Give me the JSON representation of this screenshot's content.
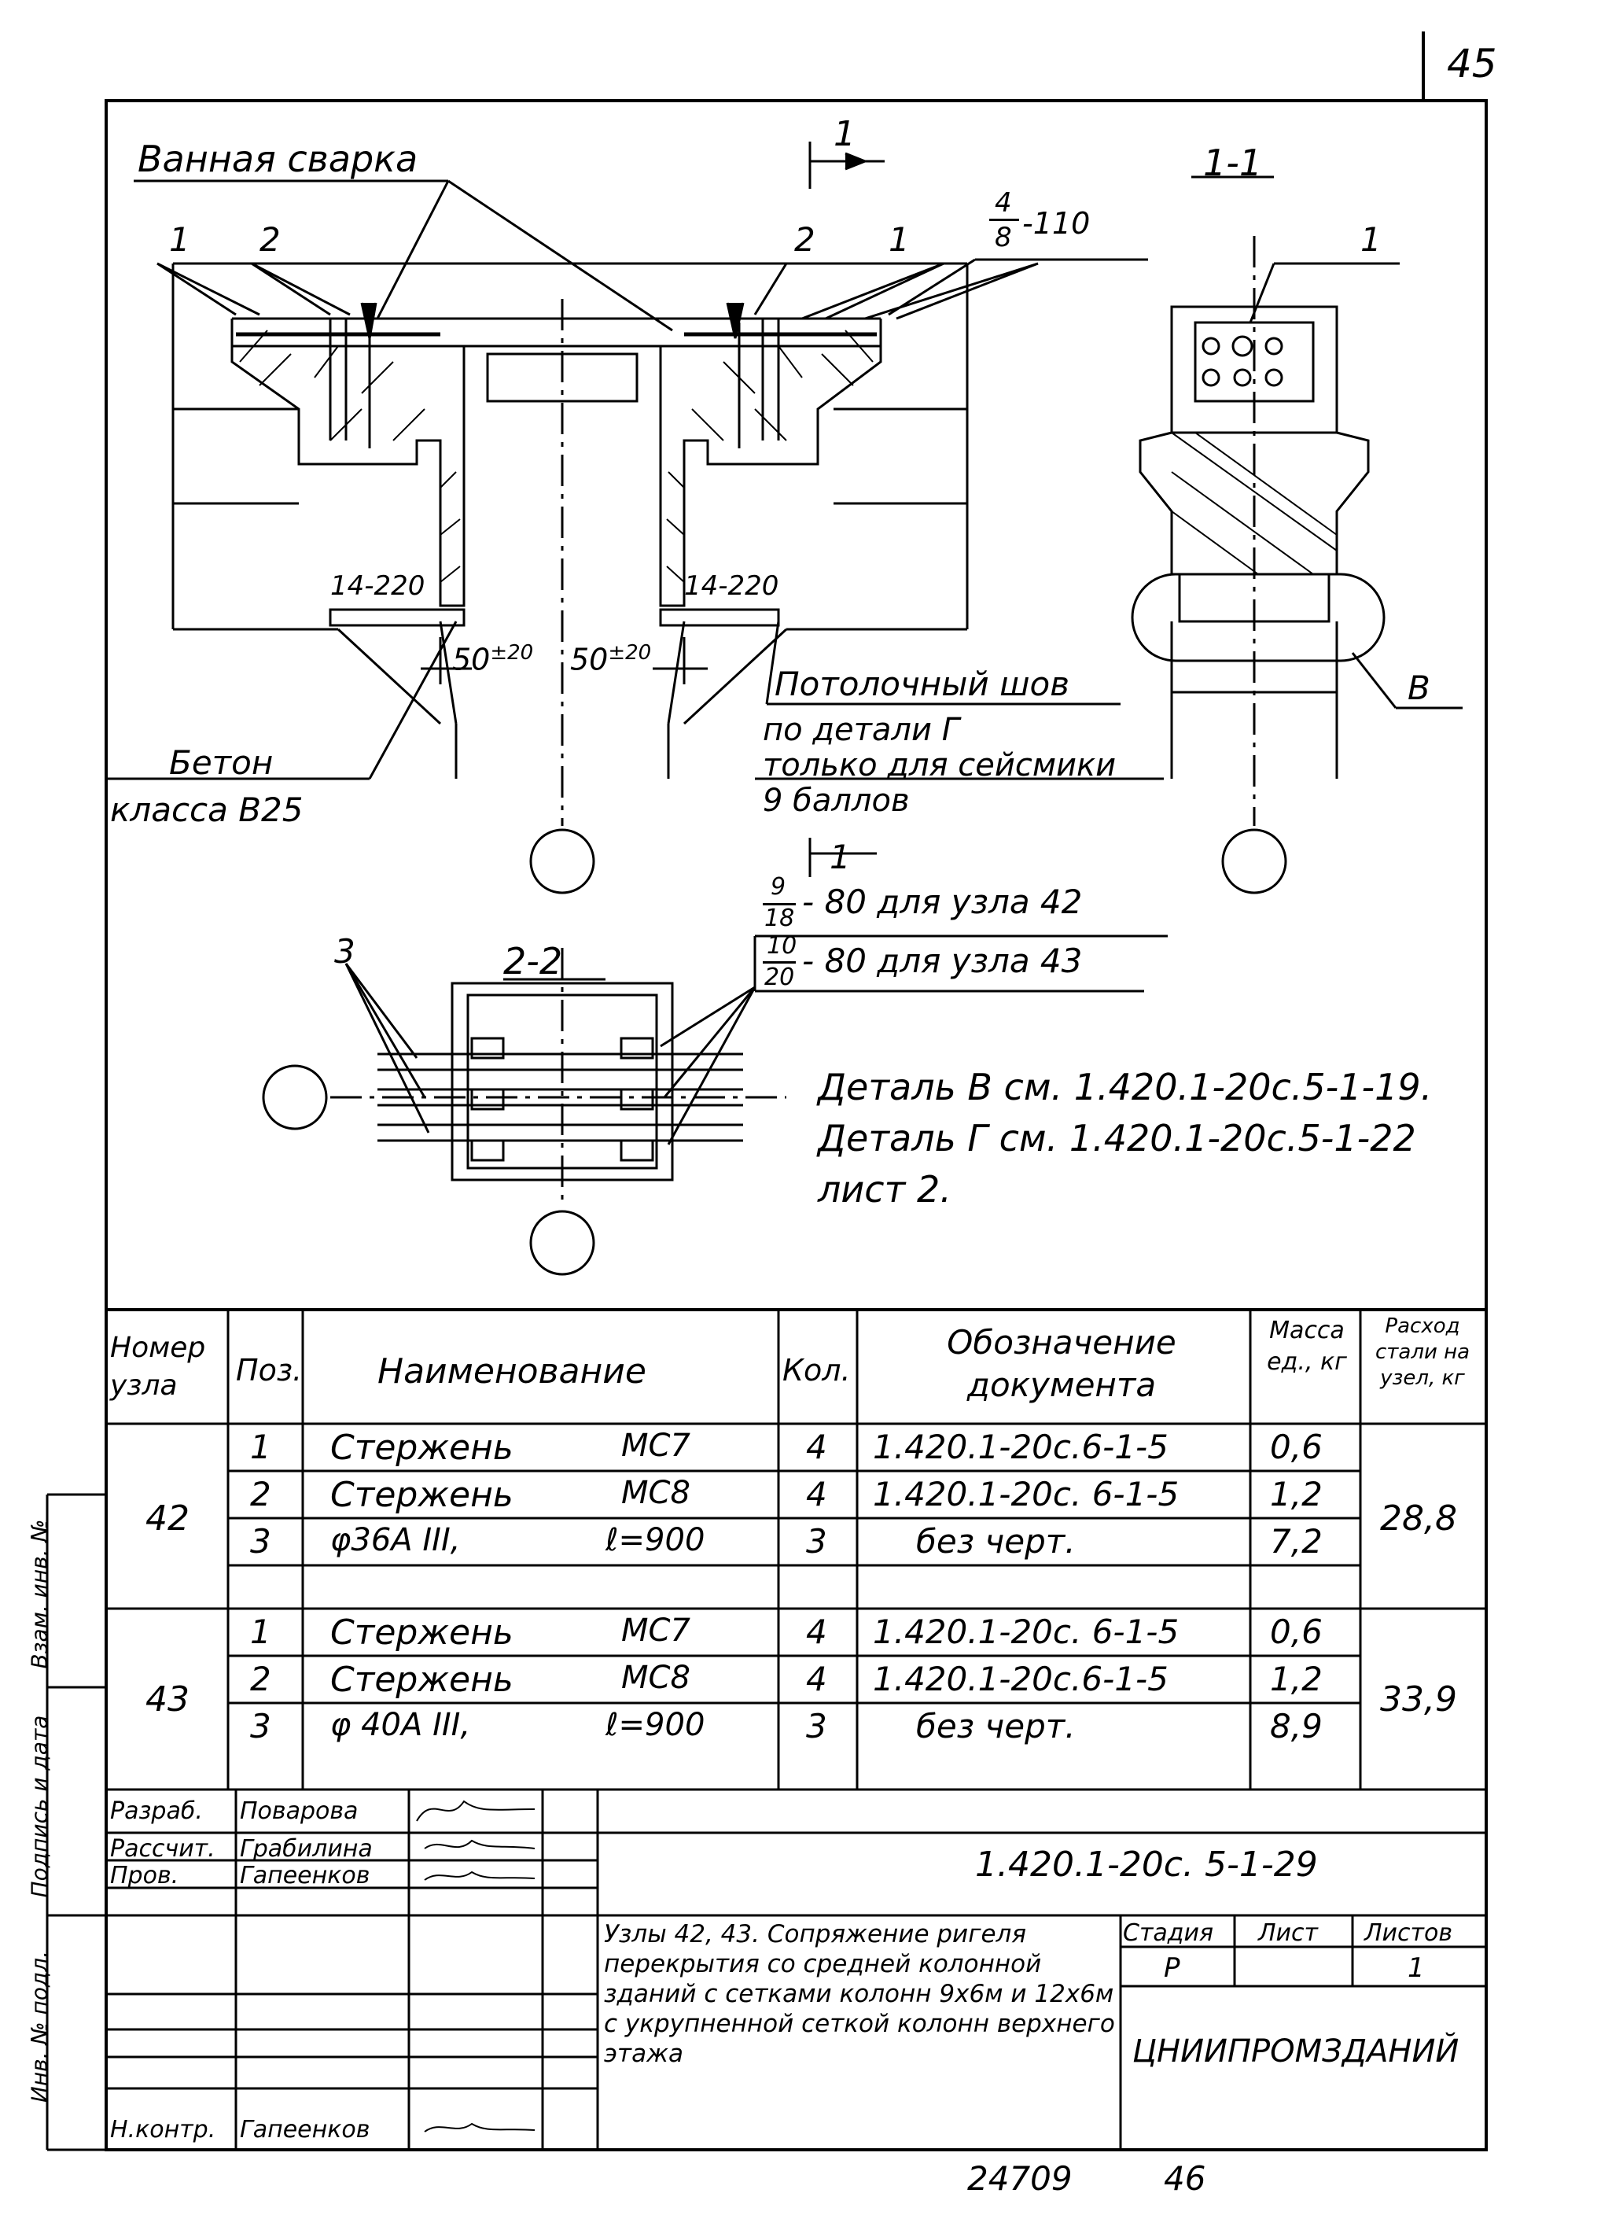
{
  "page_number": "45",
  "drawing": {
    "label_welding": "Ванная сварка",
    "section_mark": "1",
    "section_1_1": "1-1",
    "section_2_2": "2-2",
    "pos_1a": "1",
    "pos_2a": "2",
    "pos_2b": "2",
    "pos_1b": "1",
    "pos_1c": "1",
    "pos_3": "3",
    "rebar_note_num": "4",
    "rebar_note_den": "8",
    "rebar_note_tail": "-110",
    "dim_left": "14-220",
    "dim_right": "14-220",
    "gap_left": "50",
    "gap_left_tol": "±20",
    "gap_right": "50",
    "gap_right_tol": "±20",
    "ceiling_weld": "Потолочный шов",
    "note_detail": "по детали Г",
    "note_seismic": "только для сейсмики",
    "note_points": "9 баллов",
    "concrete": "Бетон",
    "concrete_class": "класса В25",
    "detail_B": "В",
    "fraction_1_num": "9",
    "fraction_1_den": "18",
    "fraction_1_text": "- 80 для узла 42",
    "fraction_2_num": "10",
    "fraction_2_den": "20",
    "fraction_2_text": "- 80 для узла 43",
    "ref_B": "Деталь В см. 1.420.1-20с.5-1-19.",
    "ref_G": "Деталь Г см. 1.420.1-20с.5-1-22",
    "ref_sheet": "лист 2."
  },
  "spec_table": {
    "headers": {
      "node": "Номер узла",
      "pos": "Поз.",
      "name": "Наименование",
      "qty": "Кол.",
      "doc": "Обозначение документа",
      "mass": "Масса ед., кг",
      "steel": "Расход стали на узел, кг"
    },
    "groups": [
      {
        "node": "42",
        "total": "28,8",
        "rows": [
          {
            "pos": "1",
            "name": "Стержень",
            "mark": "МС7",
            "qty": "4",
            "doc": "1.420.1-20с.6-1-5",
            "mass": "0,6"
          },
          {
            "pos": "2",
            "name": "Стержень",
            "mark": "МС8",
            "qty": "4",
            "doc": "1.420.1-20с. 6-1-5",
            "mass": "1,2"
          },
          {
            "pos": "3",
            "name": "φ36А III,",
            "mark": "ℓ=900",
            "qty": "3",
            "doc": "без черт.",
            "mass": "7,2"
          }
        ]
      },
      {
        "node": "43",
        "total": "33,9",
        "rows": [
          {
            "pos": "1",
            "name": "Стержень",
            "mark": "МС7",
            "qty": "4",
            "doc": "1.420.1-20с. 6-1-5",
            "mass": "0,6"
          },
          {
            "pos": "2",
            "name": "Стержень",
            "mark": "МС8",
            "qty": "4",
            "doc": "1.420.1-20с.6-1-5",
            "mass": "1,2"
          },
          {
            "pos": "3",
            "name": "φ 40А III,",
            "mark": "ℓ=900",
            "qty": "3",
            "doc": "без черт.",
            "mass": "8,9"
          }
        ]
      }
    ]
  },
  "title_block": {
    "rows": [
      {
        "role": "Разраб.",
        "name": "Поварова"
      },
      {
        "role": "Рассчит.",
        "name": "Грабилина"
      },
      {
        "role": "Пров.",
        "name": "Гапеенков"
      },
      {
        "role": "Н.контр.",
        "name": "Гапеенков"
      }
    ],
    "designation": "1.420.1-20с. 5-1-29",
    "title": "Узлы 42, 43. Сопряжение ригеля перекрытия со средней колонной зданий с сетками колонн 9х6м и 12х6м с укрупненной сеткой колонн верхнего этажа",
    "stage_label": "Стадия",
    "sheet_label": "Лист",
    "sheets_label": "Листов",
    "stage": "Р",
    "sheet": "",
    "sheets": "1",
    "org": "ЦНИИПРОМЗДАНИЙ"
  },
  "side_stamp": [
    "Инв. № подл.",
    "Подпись и дата",
    "Взам. инв. №"
  ],
  "footer": {
    "code": "24709",
    "page": "46"
  }
}
